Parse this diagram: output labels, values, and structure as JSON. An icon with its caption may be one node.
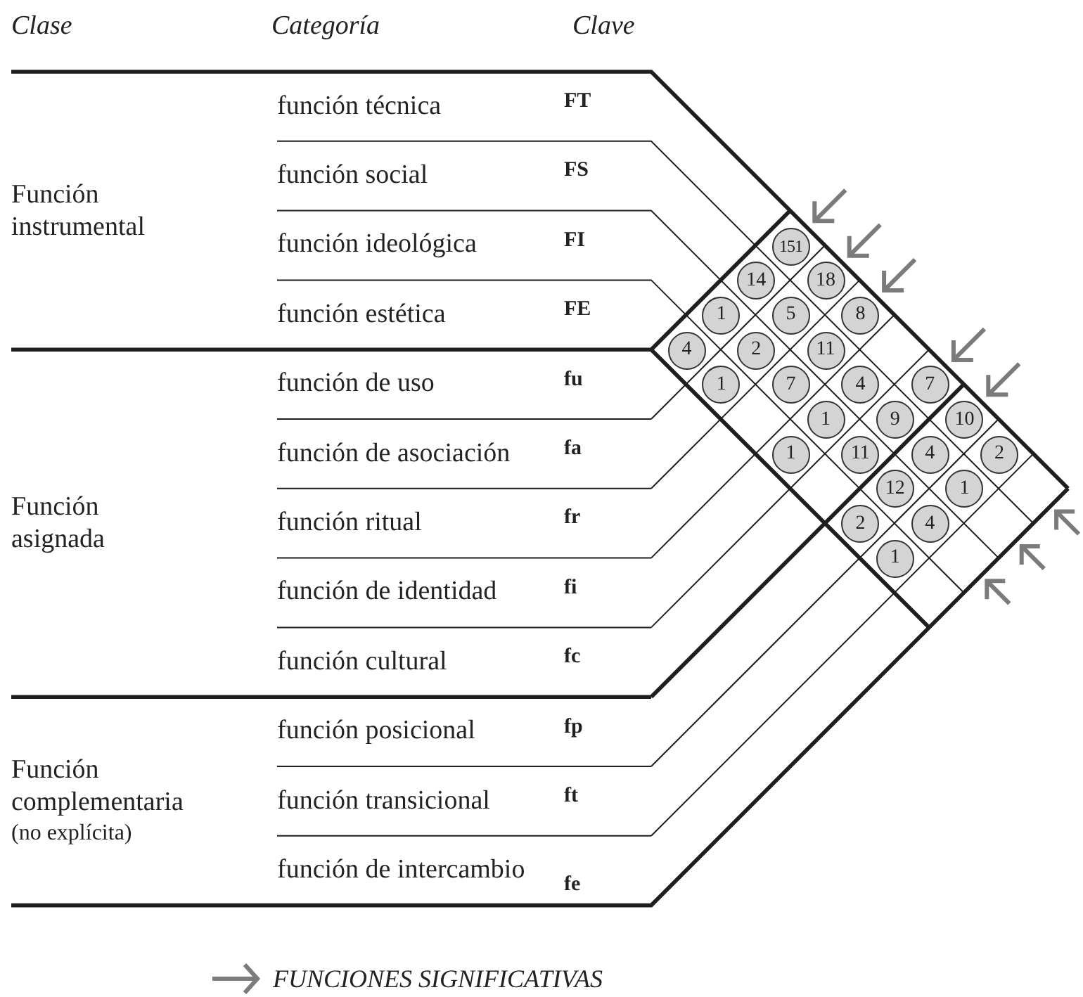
{
  "diagram": {
    "nodes": [
      {
        "text": [
          "Función instrumental"
        ]
      },
      {
        "text": [
          "función técnica",
          "FT"
        ],
        "in": 0
      },
      {
        "text": [
          "función social",
          "FS"
        ],
        "in": 0
      },
      {
        "text": [
          "función ideológica",
          "FI"
        ],
        "in": 0
      },
      {
        "text": [
          "función estética",
          "FE"
        ],
        "in": 0
      },
      {
        "text": [
          "Función asignada"
        ]
      },
      {
        "text": [
          "función de uso",
          "fu"
        ],
        "in": 5
      },
      {
        "text": [
          "función de asociación",
          "fa"
        ],
        "in": 5
      },
      {
        "text": [
          "función ritual",
          "fr"
        ],
        "in": 5
      },
      {
        "text": [
          "función de identidad",
          "fi"
        ],
        "in": 5
      },
      {
        "text": [
          "función cultural",
          "fc"
        ],
        "in": 5
      },
      {
        "text": [
          "Función complementaria",
          "(no explícita)"
        ]
      },
      {
        "text": [
          "función posicional",
          "fp"
        ],
        "in": 11
      },
      {
        "text": [
          "función transicional",
          "ft"
        ],
        "in": 11
      },
      {
        "text": [
          "función de intercambio",
          "fe"
        ],
        "in": 11
      },
      {
        "text": [
          "151"
        ]
      },
      {
        "text": [
          "14"
        ]
      },
      {
        "text": [
          "18"
        ]
      },
      {
        "text": [
          "1"
        ]
      },
      {
        "text": [
          "5"
        ]
      },
      {
        "text": [
          "8"
        ]
      },
      {
        "text": [
          "4"
        ]
      },
      {
        "text": [
          "2"
        ]
      },
      {
        "text": [
          "11"
        ]
      },
      {
        "text": [
          "1"
        ]
      },
      {
        "text": [
          "7"
        ]
      },
      {
        "text": [
          "4"
        ]
      },
      {
        "text": [
          "7"
        ]
      },
      {
        "text": [
          "1"
        ]
      },
      {
        "text": [
          "9"
        ]
      },
      {
        "text": [
          "10"
        ]
      },
      {
        "text": [
          "1"
        ]
      },
      {
        "text": [
          "11"
        ]
      },
      {
        "text": [
          "4"
        ]
      },
      {
        "text": [
          "2"
        ]
      },
      {
        "text": [
          "12"
        ]
      },
      {
        "text": [
          "1"
        ]
      },
      {
        "text": [
          "2"
        ]
      },
      {
        "text": [
          "4"
        ]
      },
      {
        "text": [
          "1"
        ]
      }
    ],
    "labels": [
      "Clase",
      "Categoría",
      "Clave"
    ],
    "legend": [
      {
        "text": "FUNCIONES SIGNIFICATIVAS"
      }
    ]
  }
}
